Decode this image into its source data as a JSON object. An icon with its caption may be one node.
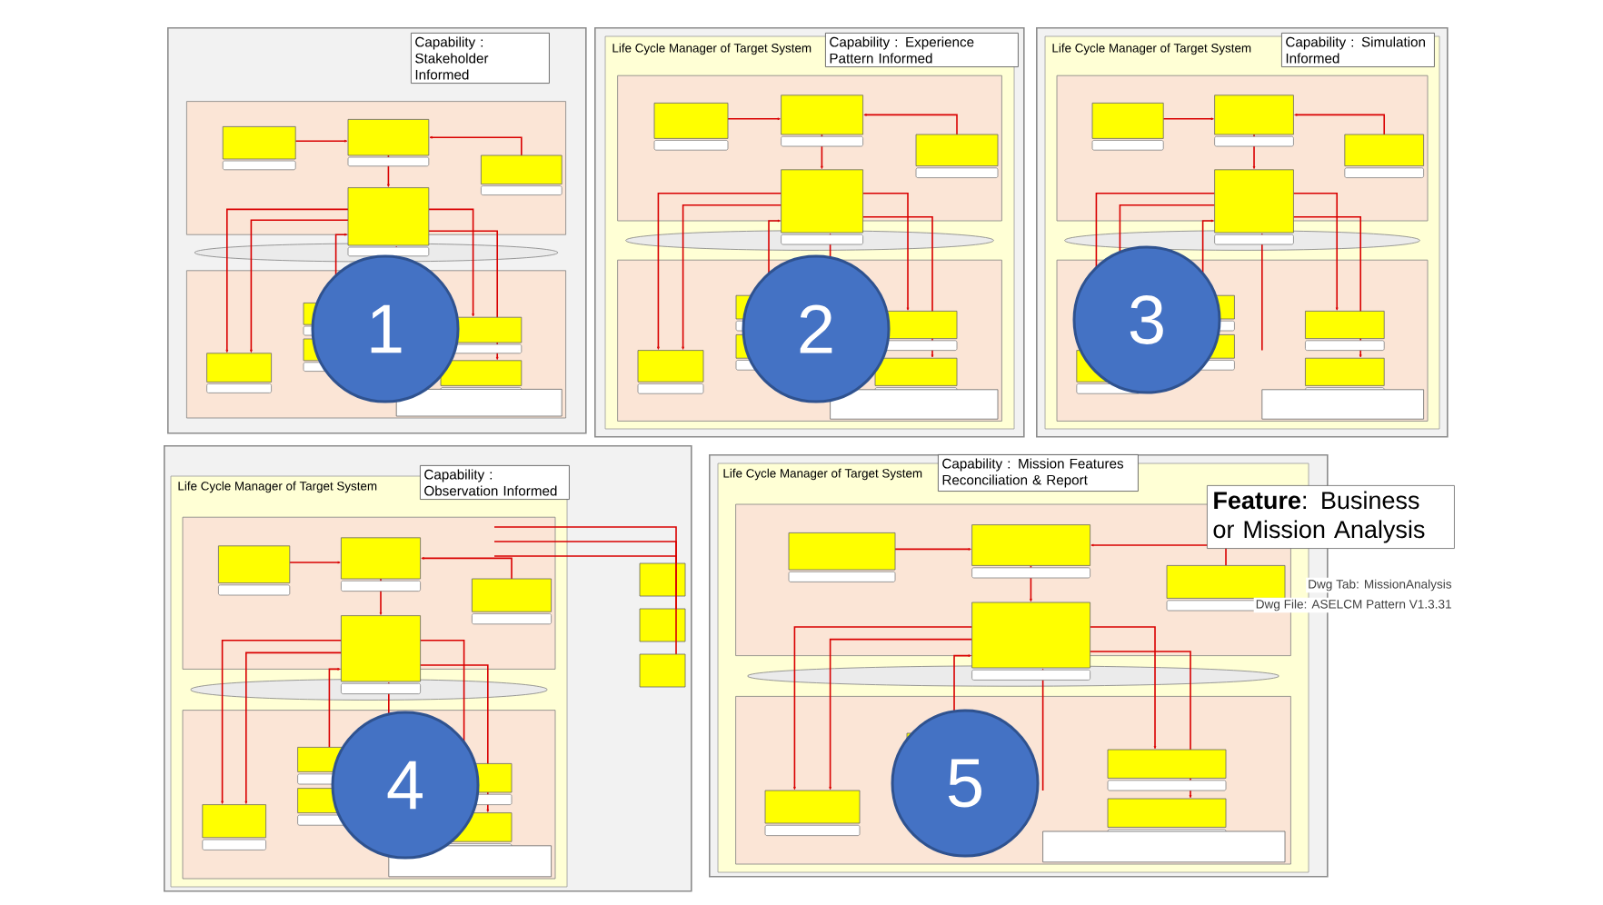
{
  "diagram": {
    "nodes": [
      {
        "text": [
          "Capability : Stakeholder Informed"
        ]
      },
      {
        "text": [
          "1"
        ],
        "in": 0
      },
      {
        "text": [
          "Life Cycle Manager of Target System",
          "Capability : Experience Pattern Informed"
        ]
      },
      {
        "text": [
          "2"
        ],
        "in": 2
      },
      {
        "text": [
          "Life Cycle Manager of Target System",
          "Capability : Simulation Informed"
        ]
      },
      {
        "text": [
          "3"
        ],
        "in": 4
      },
      {
        "text": [
          "Life Cycle Manager of Target System",
          "Capability : Observation Informed"
        ]
      },
      {
        "text": [
          "4"
        ],
        "in": 6
      },
      {
        "text": [
          "Life Cycle Manager of Target System",
          "Capability : Mission Features Reconciliation & Report"
        ]
      },
      {
        "text": [
          "5"
        ],
        "in": 8
      },
      {
        "text": [
          "**Feature**: Business or Mission Analysis"
        ]
      }
    ],
    "labels": [
      "Dwg Tab: MissionAnalysis",
      "Dwg File: ASELCM Pattern V1.3.31"
    ]
  }
}
